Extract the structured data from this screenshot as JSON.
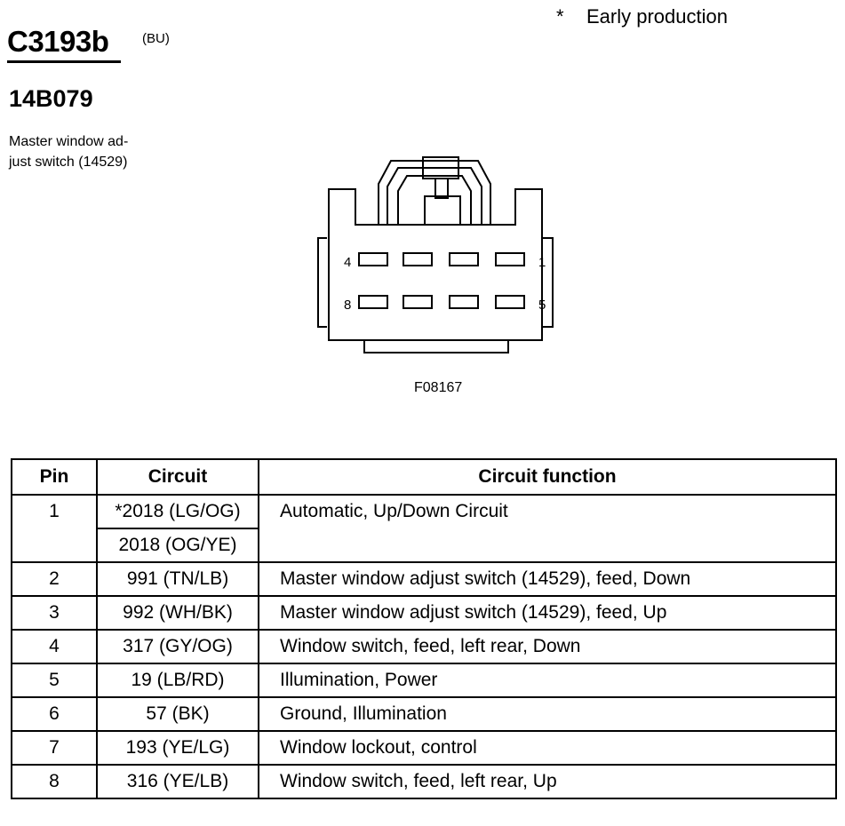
{
  "header": {
    "note_marker": "*",
    "note_text": "Early production",
    "connector_id": "C3193b",
    "color_code": "(BU)",
    "part_number": "14B079",
    "description_line1": "Master window ad-",
    "description_line2": "just switch (14529)"
  },
  "diagram": {
    "pin_label_top_left": "4",
    "pin_label_top_right": "1",
    "pin_label_bottom_left": "8",
    "pin_label_bottom_right": "5",
    "figure_id": "F08167"
  },
  "table": {
    "headers": {
      "pin": "Pin",
      "circuit": "Circuit",
      "function": "Circuit function"
    },
    "rows": [
      {
        "pin": "1",
        "circuits": [
          "*2018 (LG/OG)",
          "2018 (OG/YE)"
        ],
        "function": "Automatic, Up/Down Circuit"
      },
      {
        "pin": "2",
        "circuit": "991 (TN/LB)",
        "function": "Master window adjust switch (14529), feed, Down"
      },
      {
        "pin": "3",
        "circuit": "992 (WH/BK)",
        "function": "Master window adjust switch (14529), feed, Up"
      },
      {
        "pin": "4",
        "circuit": "317 (GY/OG)",
        "function": "Window switch, feed, left rear, Down"
      },
      {
        "pin": "5",
        "circuit": "19 (LB/RD)",
        "function": "Illumination, Power"
      },
      {
        "pin": "6",
        "circuit": "57 (BK)",
        "function": "Ground, Illumination"
      },
      {
        "pin": "7",
        "circuit": "193 (YE/LG)",
        "function": "Window lockout, control"
      },
      {
        "pin": "8",
        "circuit": "316 (YE/LB)",
        "function": "Window switch, feed, left rear, Up"
      }
    ]
  }
}
